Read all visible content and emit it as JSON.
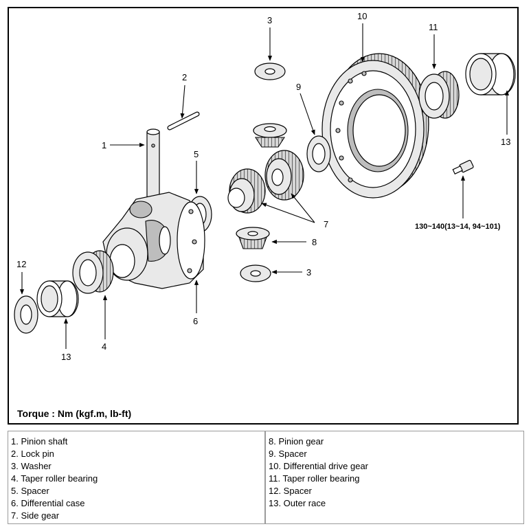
{
  "diagram": {
    "callouts": [
      "1",
      "2",
      "3",
      "5",
      "4",
      "6",
      "7",
      "8",
      "3",
      "9",
      "10",
      "11",
      "12",
      "13",
      "13"
    ],
    "torque_label": "Torque :  Nm (kgf.m, lb-ft)",
    "torque_spec": "130~140(13~14, 94~101)"
  },
  "legend": {
    "left": [
      "1. Pinion shaft",
      "2. Lock pin",
      "3. Washer",
      "4. Taper roller bearing",
      "5. Spacer",
      "6. Differential case",
      "7. Side gear"
    ],
    "right": [
      "8. Pinion gear",
      "9. Spacer",
      "10. Differential drive gear",
      "11. Taper roller bearing",
      "12. Spacer",
      "13. Outer race"
    ]
  }
}
